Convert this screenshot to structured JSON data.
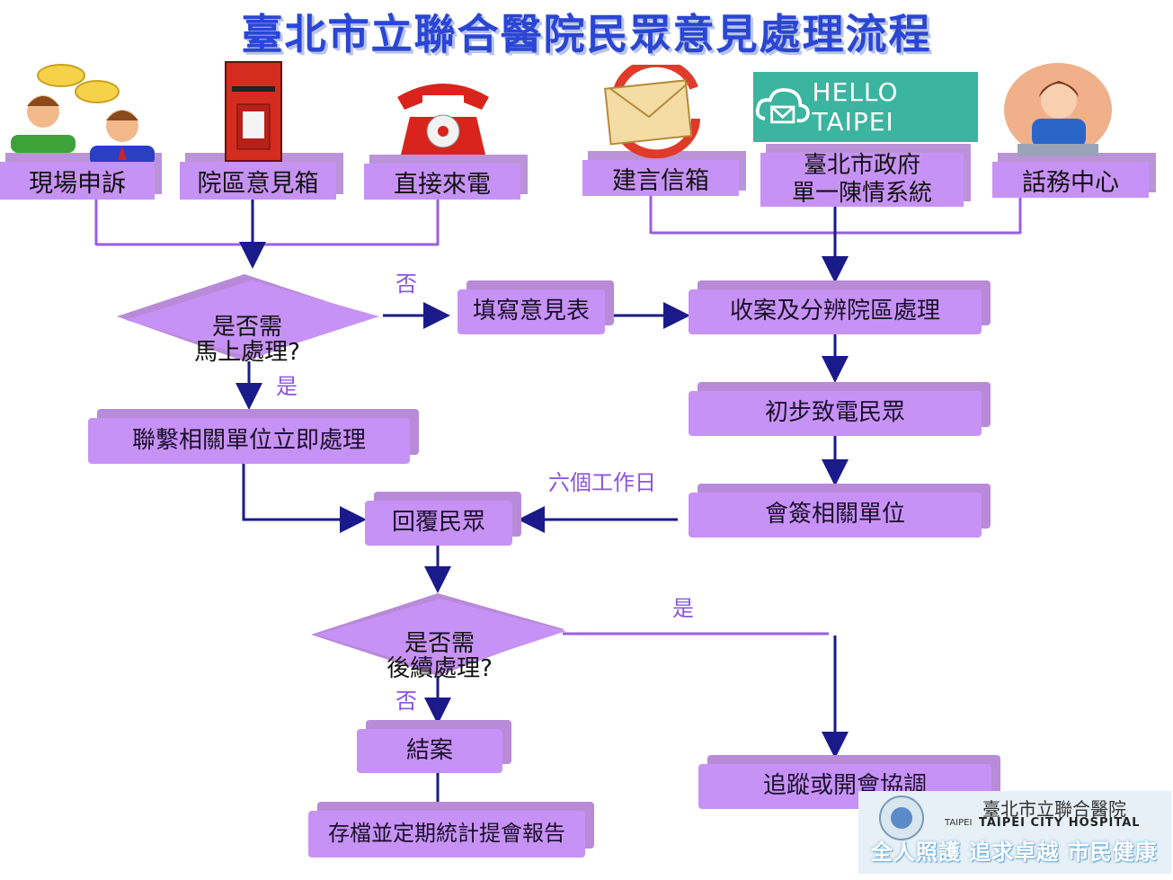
{
  "title": "臺北市立聯合醫院民眾意見處理流程",
  "sources": [
    {
      "label": "現場申訴"
    },
    {
      "label": "院區意見箱"
    },
    {
      "label": "直接來電"
    },
    {
      "label": "建言信箱"
    },
    {
      "label": "臺北市政府\n單一陳情系統"
    },
    {
      "label": "話務中心"
    }
  ],
  "hello_taipei": "HELLO TAIPEI",
  "decision1": "是否需\n馬上處理?",
  "decision2": "是否需\n後續處理?",
  "boxes": {
    "fill_form": "填寫意見表",
    "receive": "收案及分辨院區處理",
    "call_citizen": "初步致電民眾",
    "countersign": "會簽相關單位",
    "contact_units": "聯繫相關單位立即處理",
    "reply": "回覆民眾",
    "close_case": "結案",
    "archive": "存檔並定期統計提會報告",
    "track": "追蹤或開會協調"
  },
  "labels": {
    "no1": "否",
    "yes1": "是",
    "six_days": "六個工作日",
    "yes2": "是",
    "no2": "否"
  },
  "logo": {
    "name_zh": "臺北市立聯合醫院",
    "name_en": "TAIPEI CITY HOSPITAL",
    "taipei": "TAIPEI",
    "slogan": "全人照護 追求卓越 市民健康"
  },
  "colors": {
    "box": "#c792f5",
    "line": "#1a1a8a",
    "line_purple": "#9a5ee0",
    "title": "#2b46d4",
    "label": "#8a55e0"
  }
}
